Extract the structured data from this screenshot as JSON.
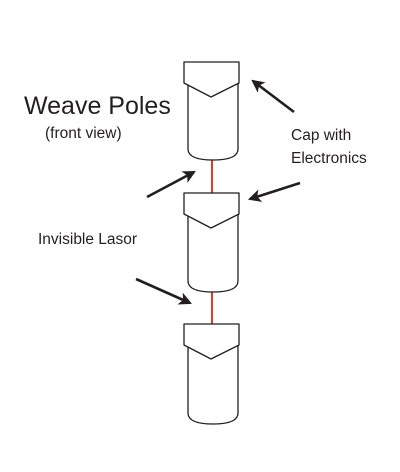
{
  "title": "Weave Poles",
  "subtitle": "(front view)",
  "labels": {
    "cap_line1": "Cap with",
    "cap_line2": "Electronics",
    "laser": "Invisible Lasor"
  },
  "colors": {
    "laser": "#e03a2b",
    "outline": "#231f20",
    "background": "#ffffff"
  },
  "poles": [
    {
      "id": "top"
    },
    {
      "id": "middle"
    },
    {
      "id": "bottom"
    }
  ]
}
